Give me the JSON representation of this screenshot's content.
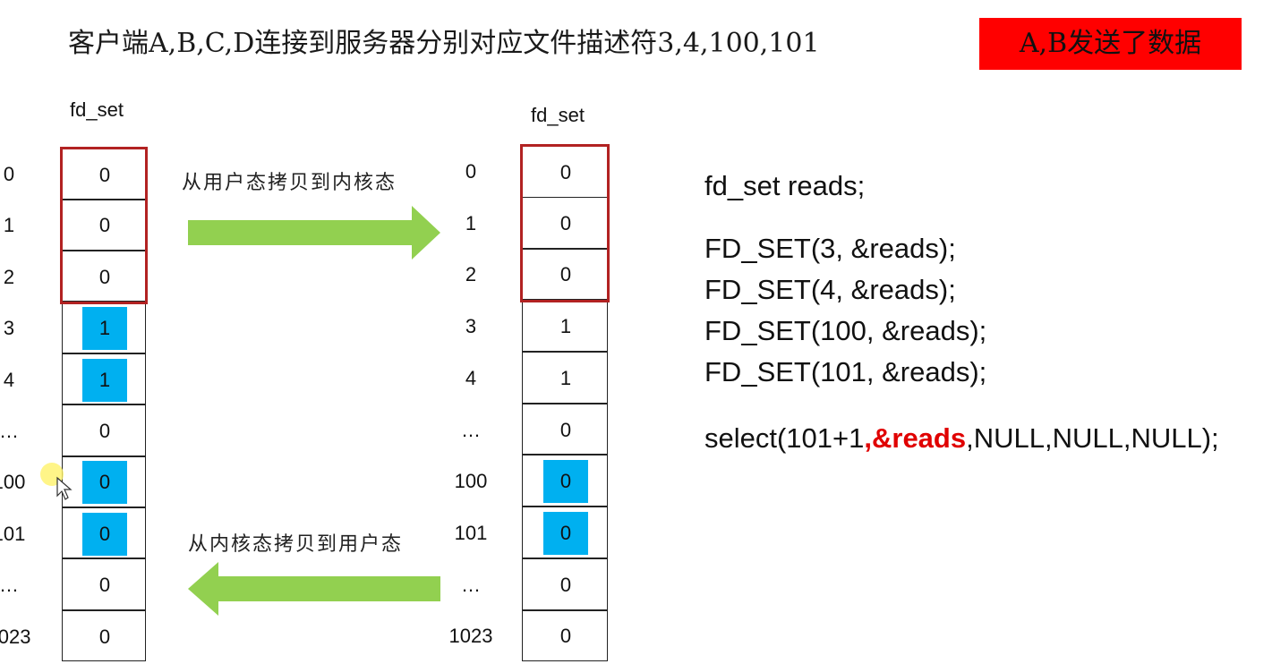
{
  "header": {
    "title": "客户端A,B,C,D连接到服务器分别对应文件描述符3,4,100,101",
    "badge": "A,B发送了数据"
  },
  "left_table": {
    "label": "fd_set",
    "rows": [
      {
        "index": "0",
        "value": "0",
        "highlight": false
      },
      {
        "index": "1",
        "value": "0",
        "highlight": false
      },
      {
        "index": "2",
        "value": "0",
        "highlight": false
      },
      {
        "index": "3",
        "value": "1",
        "highlight": true
      },
      {
        "index": "4",
        "value": "1",
        "highlight": true
      },
      {
        "index": "…",
        "value": "0",
        "highlight": false
      },
      {
        "index": "100",
        "value": "0",
        "highlight": true
      },
      {
        "index": "101",
        "value": "0",
        "highlight": true
      },
      {
        "index": "…",
        "value": "0",
        "highlight": false
      },
      {
        "index": "1023",
        "value": "0",
        "highlight": false
      }
    ]
  },
  "right_table": {
    "label": "fd_set",
    "rows": [
      {
        "index": "0",
        "value": "0",
        "highlight": false
      },
      {
        "index": "1",
        "value": "0",
        "highlight": false
      },
      {
        "index": "2",
        "value": "0",
        "highlight": false
      },
      {
        "index": "3",
        "value": "1",
        "highlight": false
      },
      {
        "index": "4",
        "value": "1",
        "highlight": false
      },
      {
        "index": "…",
        "value": "0",
        "highlight": false
      },
      {
        "index": "100",
        "value": "0",
        "highlight": true
      },
      {
        "index": "101",
        "value": "0",
        "highlight": true
      },
      {
        "index": "…",
        "value": "0",
        "highlight": false
      },
      {
        "index": "1023",
        "value": "0",
        "highlight": false
      }
    ]
  },
  "arrows": {
    "to_kernel": "从用户态拷贝到内核态",
    "to_user": "从内核态拷贝到用户态"
  },
  "code": {
    "declare": "fd_set reads;",
    "set1": "FD_SET(3, &reads);",
    "set2": "FD_SET(4, &reads);",
    "set3": "FD_SET(100, &reads);",
    "set4": "FD_SET(101, &reads);",
    "select_prefix": "select(101+1",
    "select_highlight": ",&reads",
    "select_suffix": ",NULL,NULL,NULL);"
  },
  "colors": {
    "badge": "#ff0000",
    "cell_highlight": "#00b0f0",
    "frame": "#b22222",
    "arrow": "#92d050",
    "code_highlight": "#e00000"
  }
}
